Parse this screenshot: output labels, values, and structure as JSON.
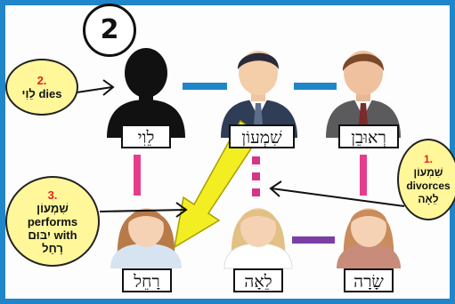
{
  "badge": "2",
  "people": {
    "levi": "לֵוִי",
    "shimon": "שִׁמְעוֹן",
    "reuven": "רְאוּבֵן",
    "rachel": "רָחֵל",
    "leah": "לֵאָה",
    "sarah": "שָׂרָה"
  },
  "notes": {
    "dies": {
      "num": "2.",
      "name": "לֵוִי",
      "text": "dies"
    },
    "divorce": {
      "num": "1.",
      "name": "שִׁמְעוֹן",
      "text": "divorces",
      "object": "לֵאָה"
    },
    "yibum": {
      "num": "3.",
      "name": "שִׁמְעוֹן",
      "line1": "performs",
      "yibum": "יִבּוּם",
      "line2": "with",
      "object": "רָחֵל"
    }
  },
  "colors": {
    "frame": "#1f86c9",
    "brother_link": "#1f86c9",
    "marriage_link": "#e63c8c",
    "divorced_link": "#d6338a",
    "sister_link": "#7b3fa6",
    "arrow": "#f2ee22",
    "note_bg": "#fff79a",
    "note_number": "#e2231a"
  }
}
